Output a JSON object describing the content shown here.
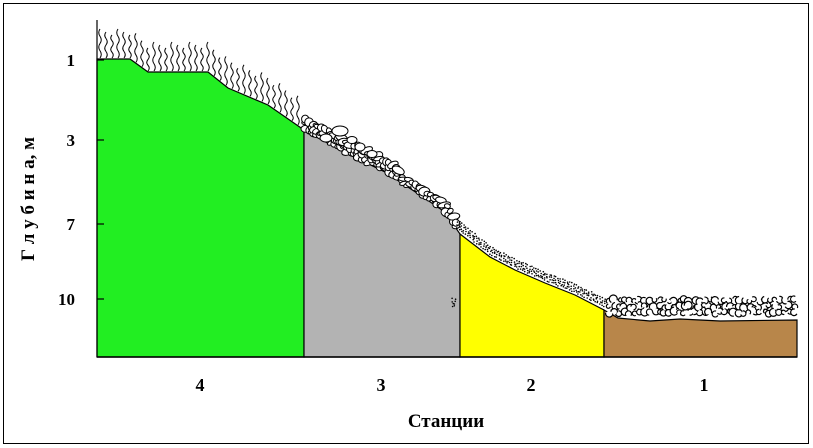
{
  "ylabel": "Г л у б и н а,  м",
  "xlabel": "Станции",
  "depth_ticks": [
    "1",
    "3",
    "7",
    "10"
  ],
  "stations": [
    {
      "label": "4",
      "color": "#22ee22",
      "substrate": "vegetation"
    },
    {
      "label": "3",
      "color": "#b3b3b3",
      "substrate": "pebbles"
    },
    {
      "label": "2",
      "color": "#ffff00",
      "substrate": "sand"
    },
    {
      "label": "1",
      "color": "#b8864a",
      "substrate": "shells"
    }
  ]
}
